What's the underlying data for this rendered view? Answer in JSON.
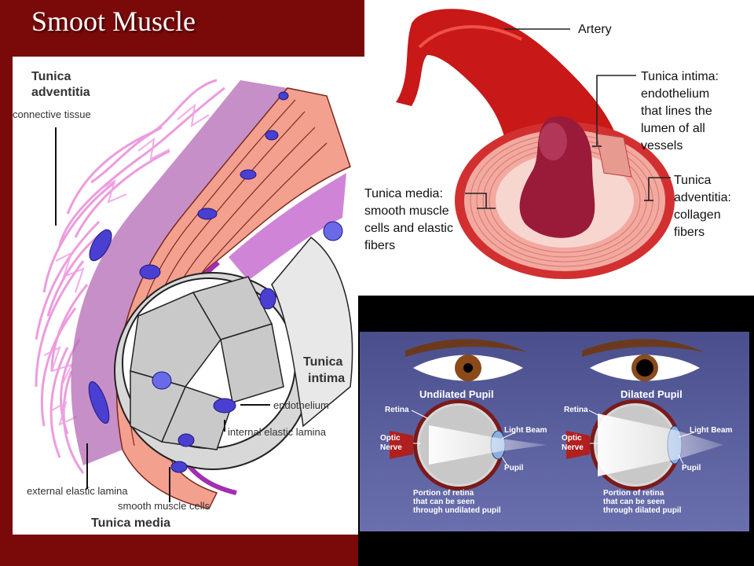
{
  "slide": {
    "title": "Smoot Muscle"
  },
  "vessel": {
    "tunica_adventitia": [
      "Tunica",
      "adventitia"
    ],
    "connective_tissue": "connective tissue",
    "tunica_intima": [
      "Tunica",
      "intima"
    ],
    "endothelium": "endothelium",
    "internal_elastic_lamina": "internal elastic lamina",
    "external_elastic_lamina": "external elastic lamina",
    "smooth_muscle_cells": "smooth muscle cells",
    "tunica_media": "Tunica media"
  },
  "artery": {
    "artery": "Artery",
    "intima": [
      "Tunica intima:",
      "endothelium",
      "that lines the",
      "lumen of all",
      "vessels"
    ],
    "media": [
      "Tunica media:",
      "smooth muscle",
      "cells and elastic",
      "fibers"
    ],
    "adventitia": [
      "Tunica",
      "adventitia:",
      "collagen",
      "fibers"
    ]
  },
  "eye": {
    "undilated_pupil": "Undilated Pupil",
    "dilated_pupil": "Dilated Pupil",
    "retina": "Retina",
    "optic_nerve": [
      "Optic",
      "Nerve"
    ],
    "light_beam": "Light Beam",
    "pupil": "Pupil",
    "portion_undilated": [
      "Portion of retina",
      "that can be seen",
      "through undilated pupil"
    ],
    "portion_dilated": [
      "Portion of retina",
      "that can be seen",
      "through dilated pupil"
    ]
  }
}
